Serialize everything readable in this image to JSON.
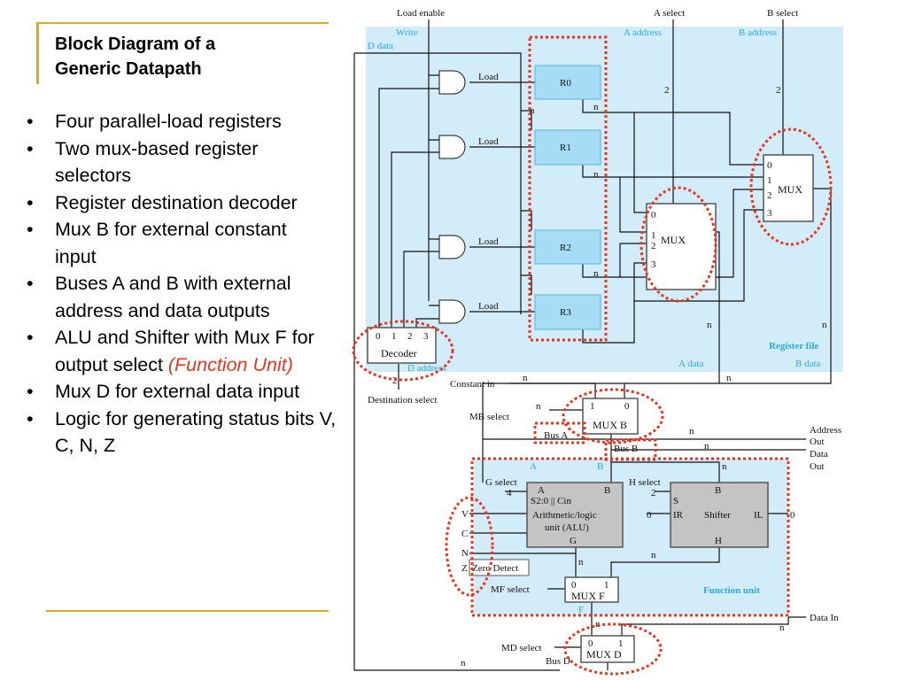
{
  "slide": {
    "title_line1": "Block Diagram of a",
    "title_line2": "Generic Datapath",
    "bullets": [
      {
        "text": "Four parallel-load registers"
      },
      {
        "text": "Two mux-based register selectors"
      },
      {
        "text": "Register destination decoder"
      },
      {
        "text": "Mux B for external constant input"
      },
      {
        "text": "Buses A and B with external address and data outputs"
      },
      {
        "text": "ALU and Shifter with Mux F for output select ",
        "highlight": "(Function Unit)"
      },
      {
        "text": "Mux D for external data input"
      },
      {
        "text": "Logic for generating status bits V, C, N, Z"
      }
    ],
    "accent_color": "#d4a93a",
    "highlight_color": "#e8351d"
  },
  "diagram": {
    "load_enable": "Load enable",
    "a_select": "A select",
    "b_select": "B select",
    "write": "Write",
    "d_data": "D data",
    "a_address": "A address",
    "b_address": "B address",
    "load": "Load",
    "registers": [
      "R0",
      "R1",
      "R2",
      "R3"
    ],
    "mux": "MUX",
    "mux_inputs": [
      "0",
      "1",
      "2",
      "3"
    ],
    "bus_width": "n",
    "sel_width": "2",
    "g_sel_width": "4",
    "decoder": "Decoder",
    "decoder_outputs": [
      "0",
      "1",
      "2",
      "3"
    ],
    "d_address": "D address",
    "destination_select": "Destination select",
    "register_file": "Register file",
    "a_data": "A data",
    "b_data": "B data",
    "constant_in": "Constant in",
    "mb_select": "MB select",
    "mux_b": "MUX B",
    "one": "1",
    "zero": "0",
    "bus_a": "Bus A",
    "bus_b": "Bus B",
    "address_out": [
      "Address",
      "Out"
    ],
    "data_out": [
      "Data",
      "Out"
    ],
    "port_a": "A",
    "port_b": "B",
    "g_select": "G select",
    "h_select": "H select",
    "alu_sel": "S2:0 || Cin",
    "alu_name": [
      "Arithmetic/logic",
      "unit (ALU)"
    ],
    "alu_out": "G",
    "shifter": "Shifter",
    "shifter_s": "S",
    "shifter_ir": "IR",
    "shifter_il": "IL",
    "shifter_out": "H",
    "status_bits": [
      "V",
      "C",
      "N",
      "Z"
    ],
    "zero_detect": "Zero Detect",
    "mf_select": "MF select",
    "mux_f": "MUX F",
    "f_label": "F",
    "function_unit": "Function unit",
    "data_in": "Data In",
    "md_select": "MD select",
    "mux_d": "MUX D",
    "bus_d": "Bus D",
    "panel_color": "#d2ecf9",
    "register_color": "#a6dcf5",
    "unit_color": "#c4c4c4"
  }
}
